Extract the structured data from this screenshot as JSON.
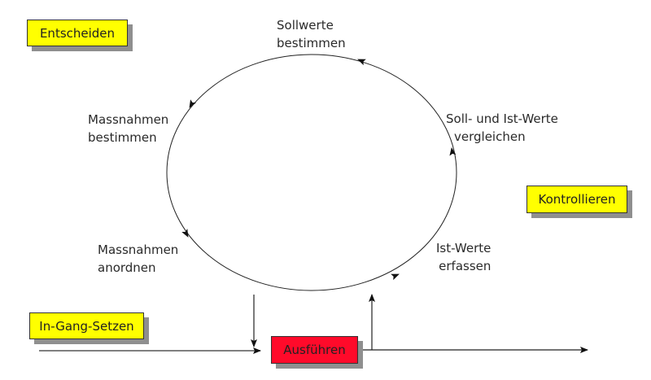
{
  "phases": {
    "decide": "Entscheiden",
    "control": "Kontrollieren",
    "start": "In-Gang-Setzen",
    "execute": "Ausführen"
  },
  "cycle_steps": {
    "set_targets": [
      "Sollwerte",
      "bestimmen"
    ],
    "compare": [
      "Soll- und Ist-Werte",
      "vergleichen"
    ],
    "record_actuals": [
      "Ist-Werte",
      "erfassen"
    ],
    "order_measures": [
      "Massnahmen",
      "anordnen"
    ],
    "define_measures": [
      "Massnahmen",
      "bestimmen"
    ]
  },
  "colors": {
    "phase_box": "#ffff00",
    "execute_box": "#ff0a2a",
    "shadow": "#8f8f8f"
  }
}
